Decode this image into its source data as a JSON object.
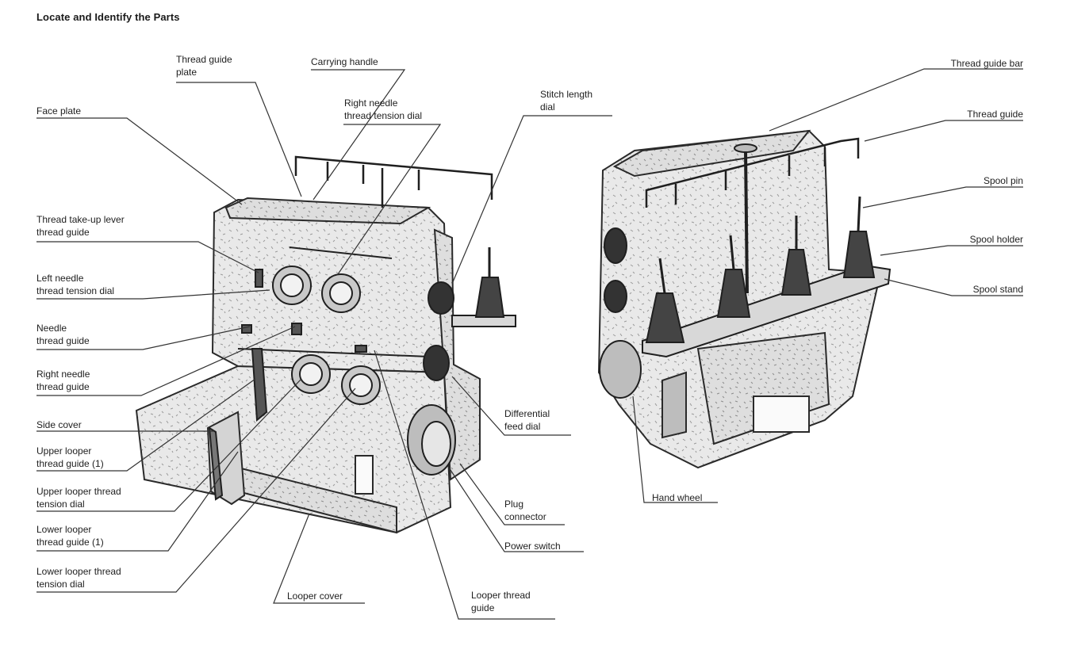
{
  "title": "Locate and Identify the Parts",
  "labels": {
    "thread_guide_plate": [
      "Thread guide",
      "plate"
    ],
    "carrying_handle": [
      "Carrying handle"
    ],
    "right_needle_tension_dial": [
      "Right needle",
      "thread tension dial"
    ],
    "stitch_length_dial": [
      "Stitch length",
      "dial"
    ],
    "face_plate": [
      "Face plate"
    ],
    "take_up_lever_guide": [
      "Thread take-up lever",
      "thread guide"
    ],
    "left_needle_tension_dial": [
      "Left needle",
      "thread tension dial"
    ],
    "needle_thread_guide": [
      "Needle",
      "thread guide"
    ],
    "right_needle_thread_guide": [
      "Right needle",
      "thread guide"
    ],
    "side_cover": [
      "Side cover"
    ],
    "upper_looper_guide": [
      "Upper looper",
      "thread guide (1)"
    ],
    "upper_looper_tension_dial": [
      "Upper looper thread",
      "tension dial"
    ],
    "lower_looper_guide": [
      "Lower looper",
      "thread guide (1)"
    ],
    "lower_looper_tension_dial": [
      "Lower looper thread",
      "tension dial"
    ],
    "looper_cover": [
      "Looper cover"
    ],
    "looper_thread_guide": [
      "Looper thread",
      "guide"
    ],
    "differential_feed_dial": [
      "Differential",
      "feed dial"
    ],
    "plug_connector": [
      "Plug",
      "connector"
    ],
    "power_switch": [
      "Power switch"
    ],
    "thread_guide_bar": [
      "Thread guide bar"
    ],
    "thread_guide": [
      "Thread guide"
    ],
    "spool_pin": [
      "Spool pin"
    ],
    "spool_holder": [
      "Spool holder"
    ],
    "spool_stand": [
      "Spool stand"
    ],
    "hand_wheel": [
      "Hand wheel"
    ]
  }
}
